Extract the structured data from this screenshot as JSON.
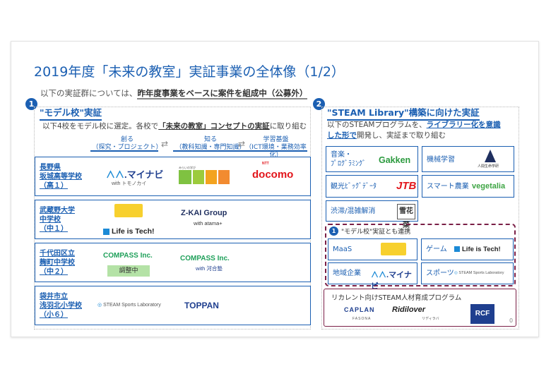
{
  "title": "2019年度「未来の教室」実証事業の全体像（1/2）",
  "subtitle": {
    "prefix": "以下の実証群については、",
    "bold": "昨年度事業をベースに案件を組成中（公募外）"
  },
  "left": {
    "num": "1",
    "heading": "\"モデル校\"実証",
    "desc_prefix": "以下4校をモデル校に選定。各校で",
    "desc_bold": "「未来の教室」コンセプトの実証",
    "desc_suffix": "に取り組む",
    "columns": [
      {
        "label1": "創る",
        "label2": "（探究・プロジェクト）"
      },
      {
        "label1": "知る",
        "label2": "（教科知識・専門知識）"
      },
      {
        "label1": "学習基盤",
        "label2": "（ICT環境・業務効率化）"
      }
    ],
    "rows": [
      {
        "school": [
          "長野県",
          "坂城高等学校",
          "（高１）"
        ],
        "logos": [
          "マイナビ",
          "with トモノカイ",
          "みらいの学び",
          "docomo"
        ]
      },
      {
        "school": [
          "武蔵野大学",
          "中学校",
          "（中１）"
        ],
        "logos": [
          "Life is Tech!",
          "Z-KAI Group",
          "with atama+"
        ]
      },
      {
        "school": [
          "千代田区立",
          "麹町中学校",
          "（中２）"
        ],
        "logos": [
          "COMPASS Inc.",
          "調整中",
          "COMPASS Inc.",
          "with 河合塾"
        ]
      },
      {
        "school": [
          "袋井市立",
          "浅羽北小学校",
          "（小６）"
        ],
        "logos": [
          "STEAM Sports Laboratory",
          "TOPPAN"
        ]
      }
    ],
    "ntt": "NTT"
  },
  "right": {
    "num": "2",
    "heading": "\"STEAM Library\"構築に向けた実証",
    "desc_prefix": "以下のSTEAMプログラムを、",
    "desc_bold1": "ライブラリー化を意識",
    "desc_bold2": "した形で",
    "desc_suffix": "開発し、実証まで取り組む",
    "cards": [
      {
        "label": "音楽・\nﾌﾟﾛｸﾞﾗﾐﾝｸﾞ",
        "logo": "Gakken"
      },
      {
        "label": "機械学習",
        "logo": "人間生命学研"
      },
      {
        "label": "観光ﾋﾞｯｸﾞﾃﾞｰﾀ",
        "logo": "JTB"
      },
      {
        "label": "スマート農業",
        "logo": "vegetalia"
      },
      {
        "label": "渋滞/混雑解消",
        "logo": "雪花菜"
      }
    ],
    "link_num": "1",
    "link_label": "\"モデル校\"実証とも連携",
    "link_cards": [
      {
        "label": "MaaS",
        "logo": ""
      },
      {
        "label": "ゲーム",
        "logo": "Life is Tech!"
      },
      {
        "label": "地域企業",
        "logo": "マイナビ"
      },
      {
        "label": "スポーツ",
        "logo": "STEAM Sports Laboratory"
      }
    ],
    "rec_title": "リカレント向けSTEAM人材育成プログラム",
    "rec_logos": [
      "CAPLAN",
      "FASONA",
      "Ridilover",
      "リディラバ",
      "RCF"
    ],
    "page_no": "0"
  },
  "colors": {
    "blue": "#1b5fb2",
    "maroon": "#7a1f46",
    "red": "#e2151b",
    "green": "#3ea544",
    "yellow": "#f7d02e"
  }
}
